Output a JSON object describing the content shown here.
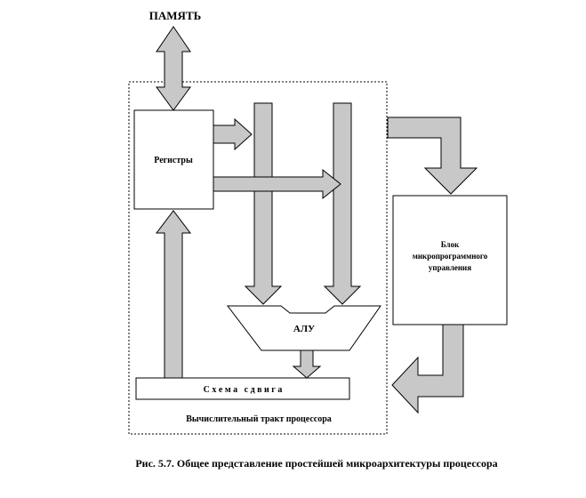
{
  "labels": {
    "memory": "ПАМЯТЬ",
    "registers": "Регистры",
    "alu": "АЛУ",
    "shifter": "С х е м а   с д в и г а",
    "control_line1": "Блок",
    "control_line2": "микропрограммного",
    "control_line3": "управления",
    "datapath": "Вычислительный тракт процессора",
    "caption": "Рис. 5.7. Общее представление простейшей микроархитектуры процессора"
  },
  "colors": {
    "arrow_fill": "#c8c8c8",
    "stroke": "#000000",
    "background": "#ffffff"
  }
}
